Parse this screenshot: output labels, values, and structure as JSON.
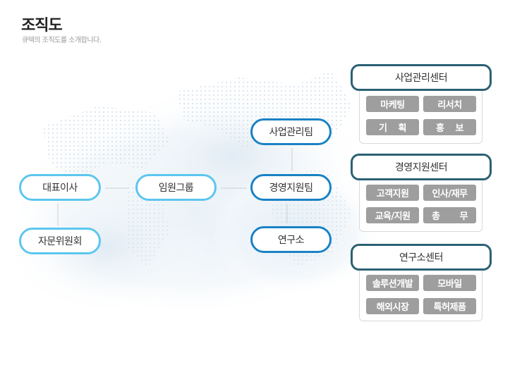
{
  "header": {
    "title": "조직도",
    "subtitle": "큐텍의 조직도를 소개합니다."
  },
  "nodes": {
    "ceo": "대표이사",
    "advisory": "자문위원회",
    "executive": "임원그룹",
    "business_team": "사업관리팀",
    "management_team": "경영지원팀",
    "research_lab": "연구소"
  },
  "centers": [
    {
      "title": "사업관리센터",
      "items": [
        "마케팅",
        "리서치",
        "기    획",
        "홍    보"
      ]
    },
    {
      "title": "경영지원센터",
      "items": [
        "고객지원",
        "인사/재무",
        "교육/지원",
        "총       무"
      ]
    },
    {
      "title": "연구소센터",
      "items": [
        "솔루션개발",
        "모바일",
        "해외시장",
        "특허제품"
      ]
    }
  ],
  "colors": {
    "light_border": "#5cc6ee",
    "dark_border": "#1a82c4",
    "center_border": "#2c6173",
    "sub_bg": "#9e9e9e"
  }
}
